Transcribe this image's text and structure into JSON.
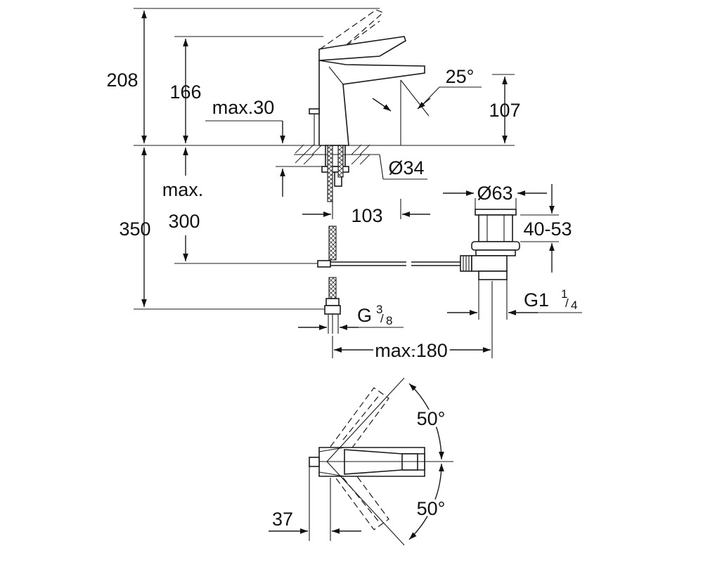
{
  "drawing": {
    "labels": {
      "total_height": "208",
      "spout_height": "166",
      "max_30": "max.30",
      "spout_angle": "25°",
      "spout_outlet_height": "107",
      "hole_diameter": "Ø34",
      "max_prefix": "max.",
      "pipe_length_total": "350",
      "pipe_length_max": "300",
      "spout_reach": "103",
      "waste_diameter": "Ø63",
      "waste_range": "40-53",
      "inlet_thread": "G",
      "inlet_thread_num": "3",
      "inlet_thread_den": "8",
      "waste_thread": "G1",
      "waste_thread_num": "1",
      "waste_thread_den": "4",
      "rod_length": "max.180",
      "swivel_angle_upper": "50°",
      "swivel_angle_lower": "50°",
      "handle_offset": "37"
    }
  }
}
